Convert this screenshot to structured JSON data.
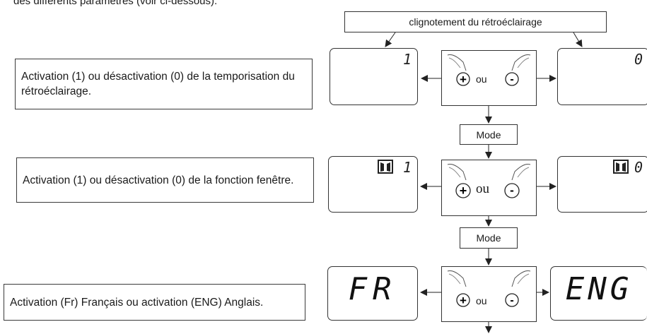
{
  "intro": "des différents paramètres (voir ci-dessous).",
  "header_box": "clignotement du rétroéclairage",
  "rows": [
    {
      "description": "Activation (1) ou désactivation (0) de la temporisation du rétroéclairage.",
      "left_value": "1",
      "right_value": "0",
      "ou": "ou"
    },
    {
      "description": "Activation (1) ou désactivation (0) de la fonction fenêtre.",
      "left_value": "1",
      "right_value": "0",
      "ou": "ou"
    },
    {
      "description": "Activation (Fr) Français ou activation (ENG) Anglais.",
      "left_value": "FR",
      "right_value": "ENG",
      "ou": "ou"
    }
  ],
  "mode_label": "Mode",
  "plus_symbol": "+",
  "minus_symbol": "-",
  "icons": [
    "hand-pointing-icon",
    "window-icon",
    "arrow-icon"
  ]
}
